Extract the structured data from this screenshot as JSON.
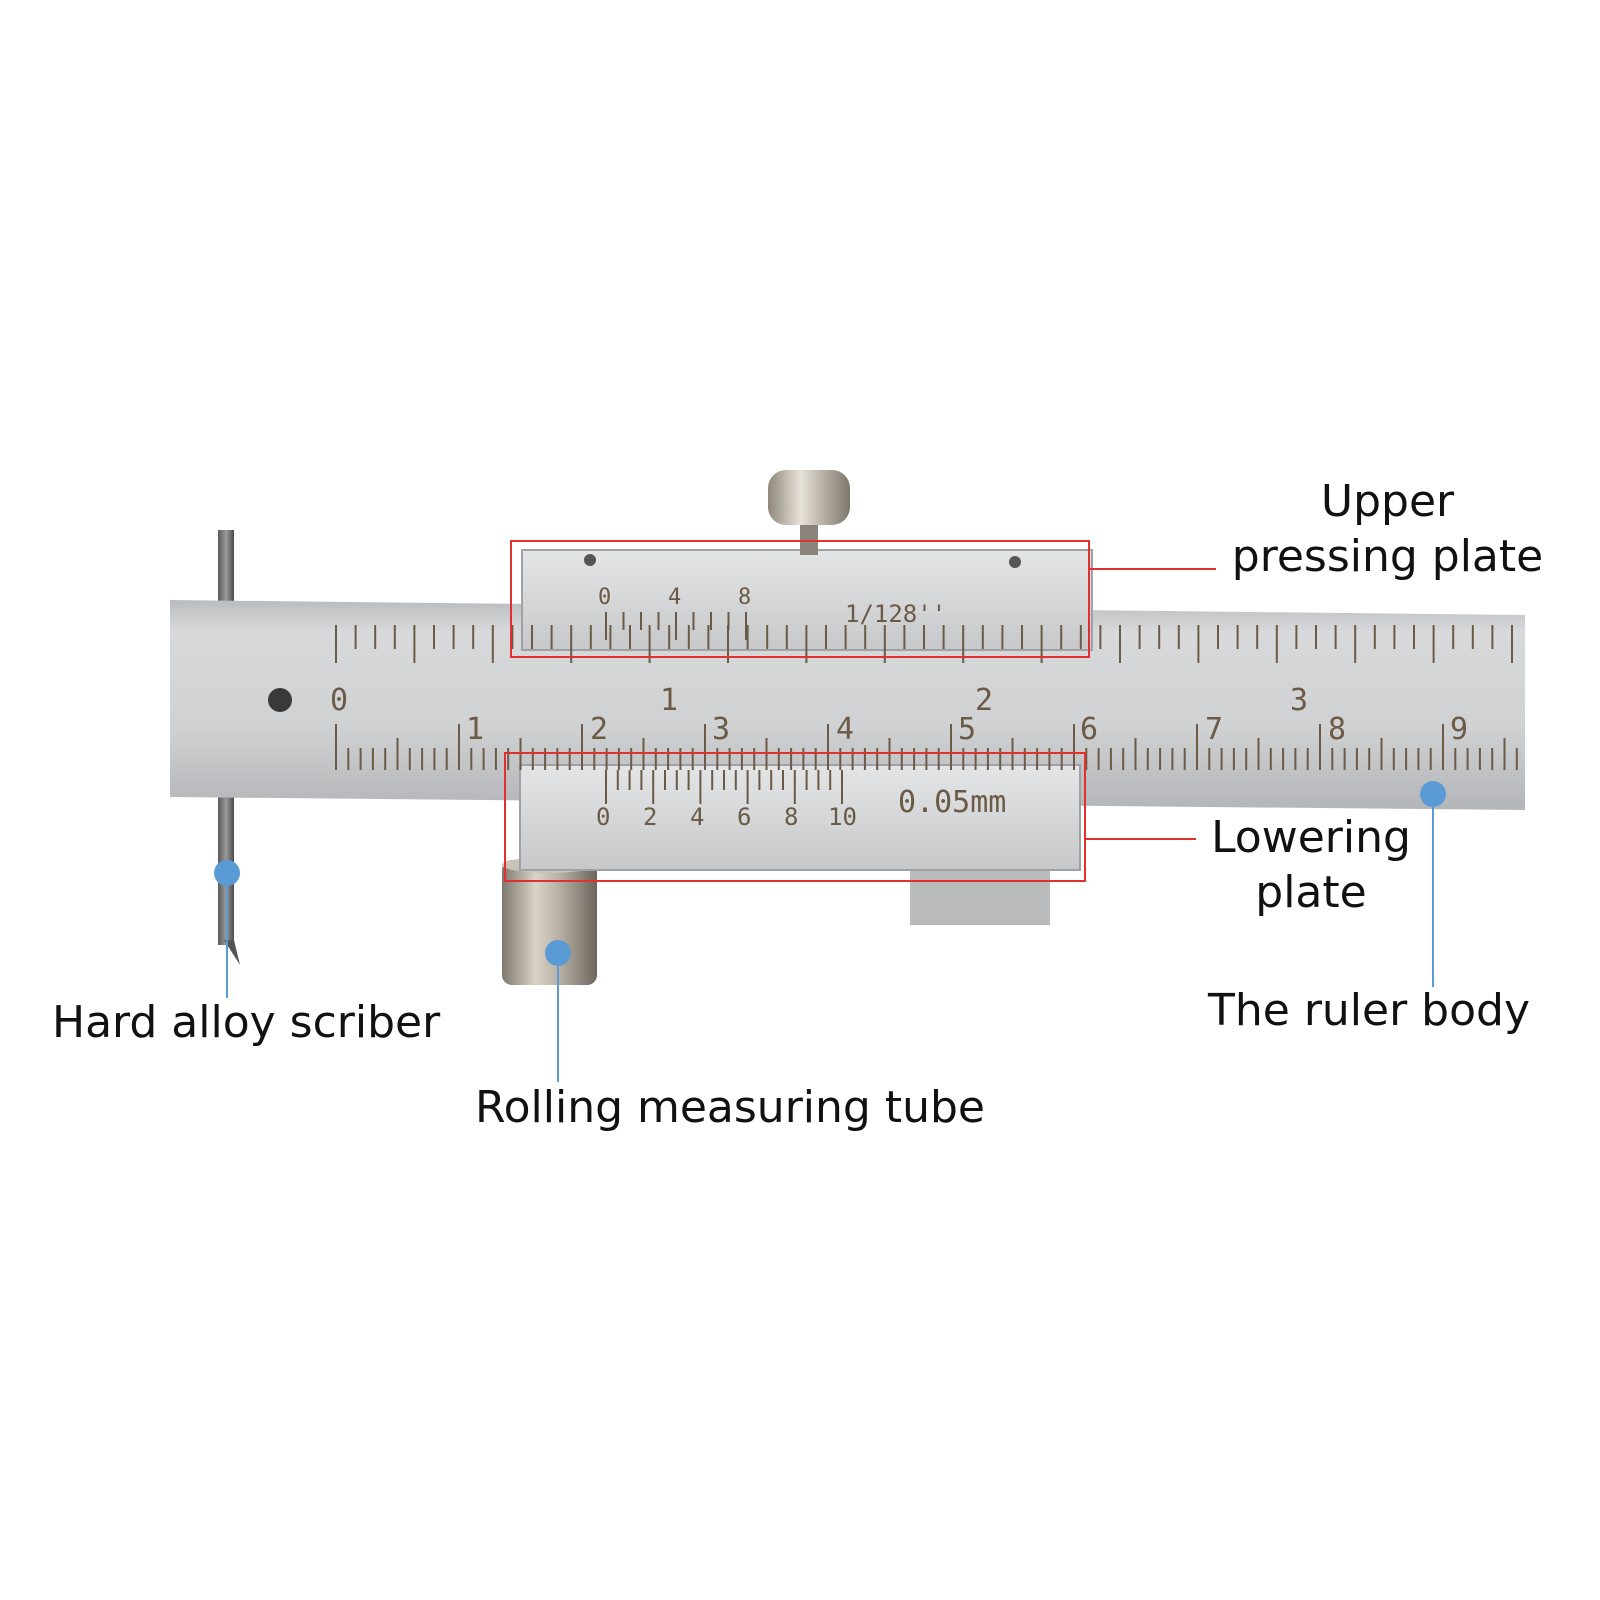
{
  "labels": {
    "upper_line1": "Upper",
    "upper_line2": "pressing plate",
    "lowering_line1": "Lowering",
    "lowering_line2": "plate",
    "ruler_body": "The ruler body",
    "scriber": "Hard alloy scriber",
    "tube": "Rolling measuring tube"
  },
  "ruler": {
    "inch_scale_numbers": [
      "0",
      "1",
      "2",
      "3"
    ],
    "mm_scale_numbers": [
      "1",
      "2",
      "3",
      "4",
      "5",
      "6",
      "7",
      "8",
      "9"
    ]
  },
  "upper_plate": {
    "vernier_numbers": [
      "0",
      "4",
      "8"
    ],
    "resolution": "1/128''"
  },
  "lower_plate": {
    "vernier_numbers": [
      "0",
      "2",
      "4",
      "6",
      "8",
      "10"
    ],
    "resolution": "0.05mm"
  },
  "colors": {
    "callout_box": "#e03030",
    "pointer": "#5b9bd5",
    "steel": "#c9cbcd",
    "engraving": "#6b5a45"
  }
}
